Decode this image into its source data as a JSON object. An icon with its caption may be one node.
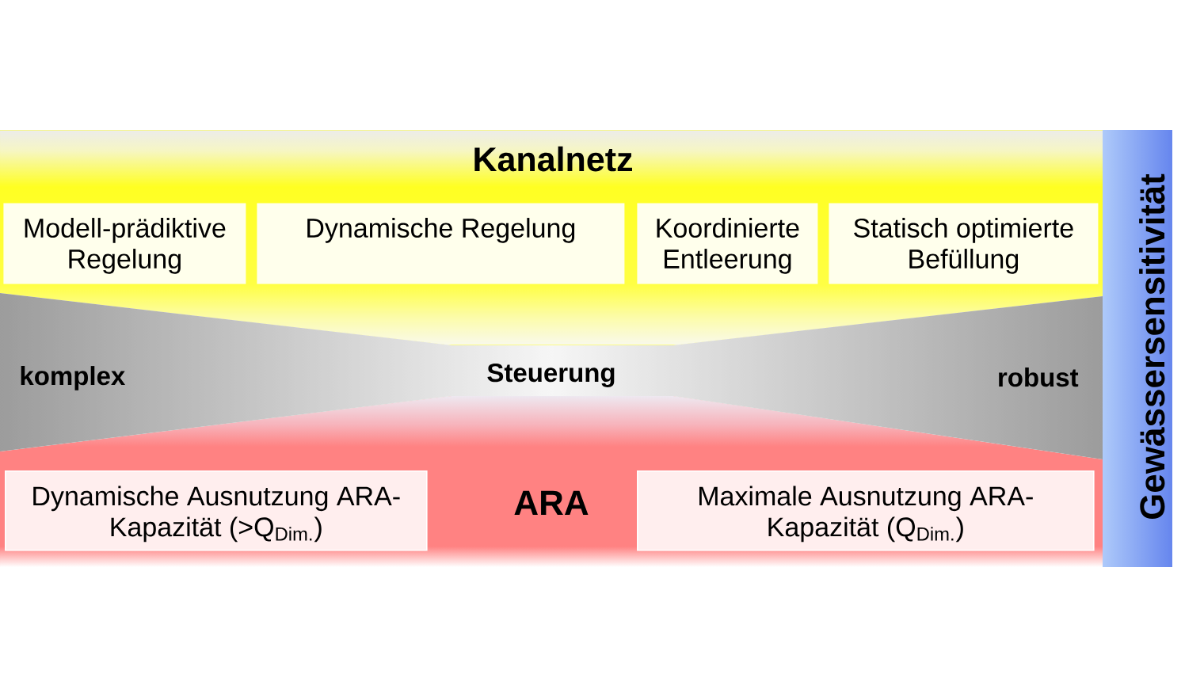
{
  "diagram": {
    "nodes": [
      {
        "text": [
          "Kanalnetz"
        ]
      },
      {
        "text": [
          "Modell-prädiktive Regelung"
        ],
        "in": 0
      },
      {
        "text": [
          "Dynamische Regelung"
        ],
        "in": 0
      },
      {
        "text": [
          "Koordinierte Entleerung"
        ],
        "in": 0
      },
      {
        "text": [
          "Statisch optimierte Befüllung"
        ],
        "in": 0
      },
      {
        "text": [
          "komplex",
          "Steuerung",
          "robust"
        ]
      },
      {
        "text": [
          "ARA"
        ]
      },
      {
        "text": [
          "Dynamische Ausnutzung ARA-Kapazität (>Q$_{Dim.}$)"
        ],
        "in": 6
      },
      {
        "text": [
          "Maximale Ausnutzung ARA-Kapazität (Q$_{Dim.}$)"
        ],
        "in": 6
      },
      {
        "text": [
          "Gewässersensitivität"
        ]
      }
    ]
  }
}
